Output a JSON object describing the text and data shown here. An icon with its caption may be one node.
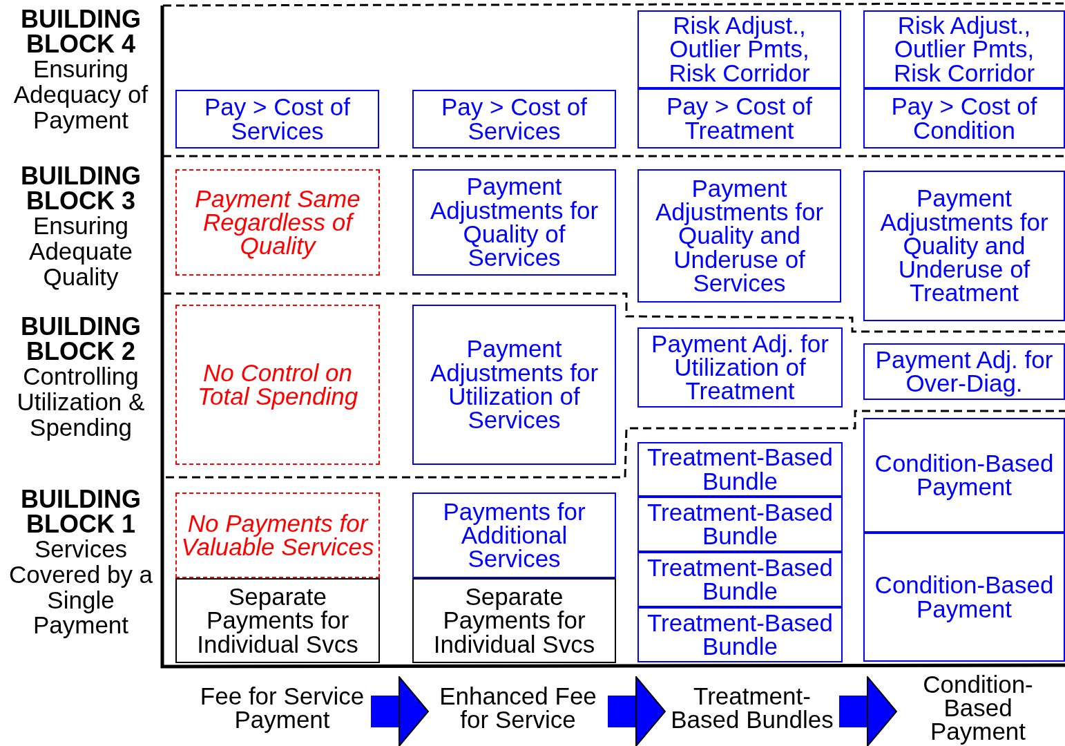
{
  "diagram": {
    "nodes": [
      {
        "text": [
          "Risk Adjust., Outlier Pmts, Risk Corridor"
        ]
      },
      {
        "text": [
          "Risk Adjust., Outlier Pmts, Risk Corridor"
        ]
      },
      {
        "text": [
          "Pay > Cost of Services"
        ]
      },
      {
        "text": [
          "Pay > Cost of Services"
        ]
      },
      {
        "text": [
          "Pay > Cost of Treatment"
        ]
      },
      {
        "text": [
          "Pay > Cost of Condition"
        ]
      },
      {
        "text": [
          "Payment Same Regardless of Quality"
        ]
      },
      {
        "text": [
          "Payment Adjustments for Quality of Services"
        ]
      },
      {
        "text": [
          "Payment Adjustments for Quality and Underuse of Services"
        ]
      },
      {
        "text": [
          "Payment Adjustments for Quality and Underuse of Treatment"
        ]
      },
      {
        "text": [
          "No Control on Total Spending"
        ]
      },
      {
        "text": [
          "Payment Adjustments for Utilization of Services"
        ]
      },
      {
        "text": [
          "Payment Adj. for Utilization of Treatment"
        ]
      },
      {
        "text": [
          "Payment Adj. for Over-Diag."
        ]
      },
      {
        "text": [
          "No Payments for Valuable Services"
        ]
      },
      {
        "text": [
          "Payments for Additional Services"
        ]
      },
      {
        "text": [
          "Treatment-Based Bundle"
        ]
      },
      {
        "text": [
          "Condition-Based Payment"
        ]
      },
      {
        "text": [
          "Treatment-Based Bundle"
        ]
      },
      {
        "text": [
          "Treatment-Based Bundle"
        ]
      },
      {
        "text": [
          "Condition-Based Payment"
        ]
      },
      {
        "text": [
          "Treatment-Based Bundle"
        ]
      },
      {
        "text": [
          "Separate Payments for Individual Svcs"
        ]
      },
      {
        "text": [
          "Separate Payments for Individual Svcs"
        ]
      },
      {
        "text": [
          "Fee for Service Payment"
        ]
      },
      {
        "text": [
          "Enhanced Fee for Service"
        ]
      },
      {
        "text": [
          "Treatment-Based Bundles"
        ]
      },
      {
        "text": [
          "Condition-Based Payment"
        ]
      }
    ],
    "edges": [
      {
        "from": 24,
        "to": 25,
        "arrow": "to"
      },
      {
        "from": 25,
        "to": 26,
        "arrow": "to"
      },
      {
        "from": 26,
        "to": 27,
        "arrow": "to"
      }
    ],
    "labels": [
      "BUILDING BLOCK 4",
      "Ensuring Adequacy of Payment",
      "BUILDING BLOCK 3",
      "Ensuring Adequate Quality",
      "BUILDING BLOCK 2",
      "Controlling Utilization & Spending",
      "BUILDING BLOCK 1",
      "Services Covered by a Single Payment"
    ]
  }
}
